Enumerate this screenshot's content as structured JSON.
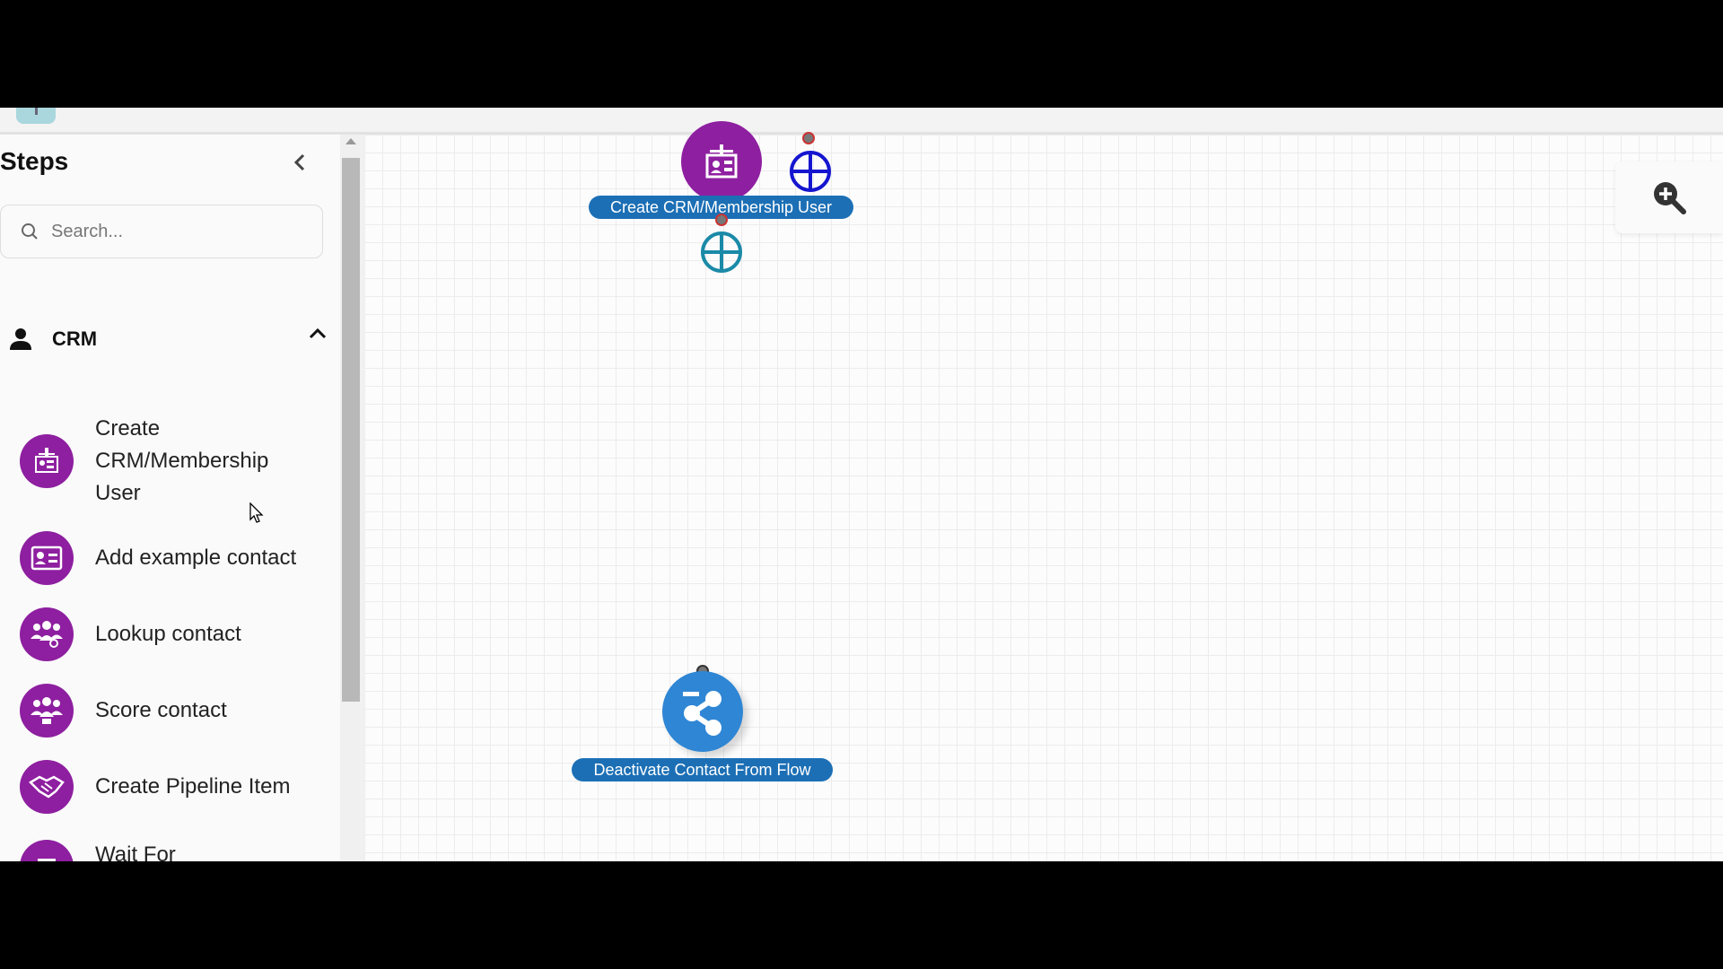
{
  "sidebar": {
    "title": "Steps",
    "search": {
      "placeholder": "Search...",
      "value": ""
    },
    "category": {
      "label": "CRM",
      "icon": "person-icon",
      "expanded": true
    },
    "items": [
      {
        "label": "Create CRM/Membership User",
        "icon": "membership-user-icon"
      },
      {
        "label": "Add example contact",
        "icon": "contact-card-icon"
      },
      {
        "label": "Lookup contact",
        "icon": "group-search-icon"
      },
      {
        "label": "Score contact",
        "icon": "group-score-icon"
      },
      {
        "label": "Create Pipeline Item",
        "icon": "handshake-icon"
      },
      {
        "label": "Wait For",
        "icon": "wait-icon"
      }
    ]
  },
  "canvas": {
    "nodes": [
      {
        "label": "Create CRM/Membership User",
        "color": "#8e1fa0"
      },
      {
        "label": "Deactivate Contact From Flow",
        "color": "#2f86d4"
      }
    ]
  },
  "colors": {
    "accent": "#1c6fb5",
    "crm_purple": "#8e1fa0"
  }
}
